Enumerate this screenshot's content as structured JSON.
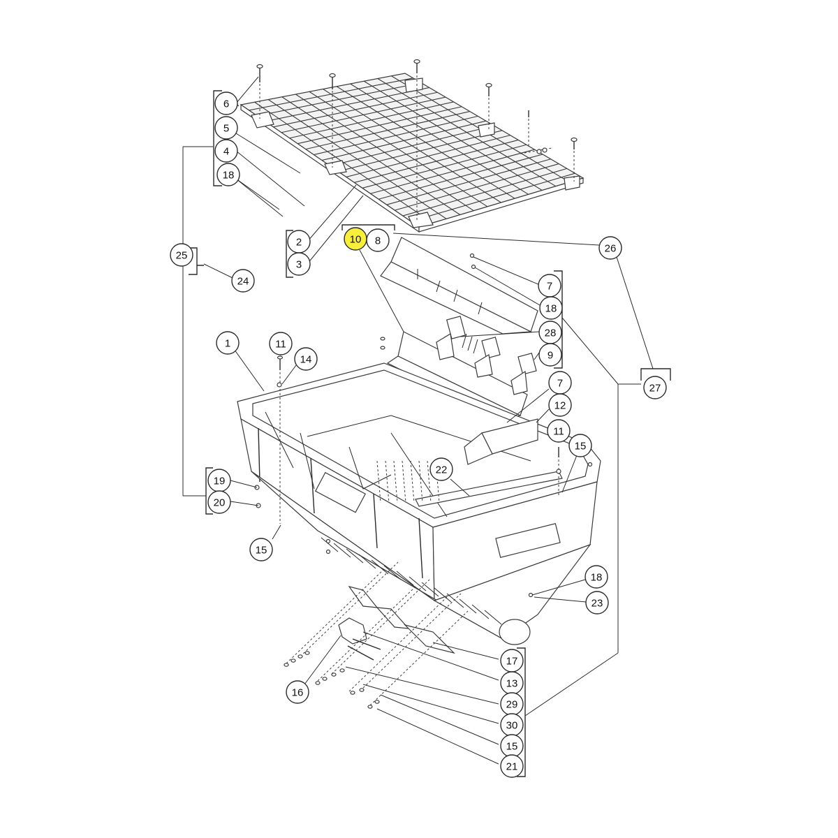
{
  "diagram": {
    "highlight_color": "#f7ef3a",
    "line_color": "#2a2a2a",
    "callouts": [
      {
        "id": "c6",
        "label": "6"
      },
      {
        "id": "c5",
        "label": "5"
      },
      {
        "id": "c4",
        "label": "4"
      },
      {
        "id": "c18a",
        "label": "18"
      },
      {
        "id": "c25",
        "label": "25"
      },
      {
        "id": "c24",
        "label": "24"
      },
      {
        "id": "c2",
        "label": "2"
      },
      {
        "id": "c3",
        "label": "3"
      },
      {
        "id": "c10",
        "label": "10",
        "highlight": true
      },
      {
        "id": "c8",
        "label": "8"
      },
      {
        "id": "c26",
        "label": "26"
      },
      {
        "id": "c7a",
        "label": "7"
      },
      {
        "id": "c18b",
        "label": "18"
      },
      {
        "id": "c28",
        "label": "28"
      },
      {
        "id": "c9",
        "label": "9"
      },
      {
        "id": "c27",
        "label": "27"
      },
      {
        "id": "c1",
        "label": "1"
      },
      {
        "id": "c11a",
        "label": "11"
      },
      {
        "id": "c14",
        "label": "14"
      },
      {
        "id": "c7b",
        "label": "7"
      },
      {
        "id": "c12",
        "label": "12"
      },
      {
        "id": "c11b",
        "label": "11"
      },
      {
        "id": "c15a",
        "label": "15"
      },
      {
        "id": "c22",
        "label": "22"
      },
      {
        "id": "c19",
        "label": "19"
      },
      {
        "id": "c20",
        "label": "20"
      },
      {
        "id": "c15b",
        "label": "15"
      },
      {
        "id": "c18c",
        "label": "18"
      },
      {
        "id": "c23",
        "label": "23"
      },
      {
        "id": "c17",
        "label": "17"
      },
      {
        "id": "c13",
        "label": "13"
      },
      {
        "id": "c16",
        "label": "16"
      },
      {
        "id": "c29",
        "label": "29"
      },
      {
        "id": "c30",
        "label": "30"
      },
      {
        "id": "c15c",
        "label": "15"
      },
      {
        "id": "c21",
        "label": "21"
      }
    ]
  }
}
